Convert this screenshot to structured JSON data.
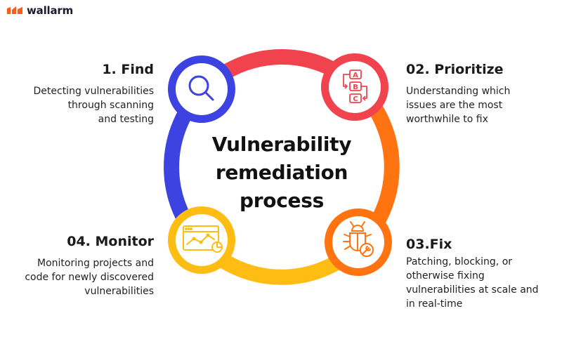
{
  "brand": {
    "name": "wallarm",
    "logo_icon": "wallarm-logo-icon",
    "color": "#ff5c1a"
  },
  "center": {
    "title": "Vulnerability\nremediation\nprocess"
  },
  "steps": [
    {
      "title": "1. Find",
      "description": "Detecting vulnerabilities\nthrough scanning\nand testing",
      "icon": "magnifier-icon",
      "color": "#3d43e0"
    },
    {
      "title": "02. Prioritize",
      "description": "Understanding which\nissues are the most\nworthwhile to fix",
      "icon": "priority-flow-icon",
      "icon_labels": [
        "A",
        "B",
        "C"
      ],
      "color": "#f0434e"
    },
    {
      "title": "03.Fix",
      "description": "Patching, blocking, or\notherwise fixing\nvulnerabilities at scale and\nin real-time",
      "icon": "bug-wrench-icon",
      "color": "#ff7310"
    },
    {
      "title": "04. Monitor",
      "description": "Monitoring projects and\ncode for newly discovered\nvulnerabilities",
      "icon": "dashboard-chart-icon",
      "color": "#ffbc12"
    }
  ]
}
